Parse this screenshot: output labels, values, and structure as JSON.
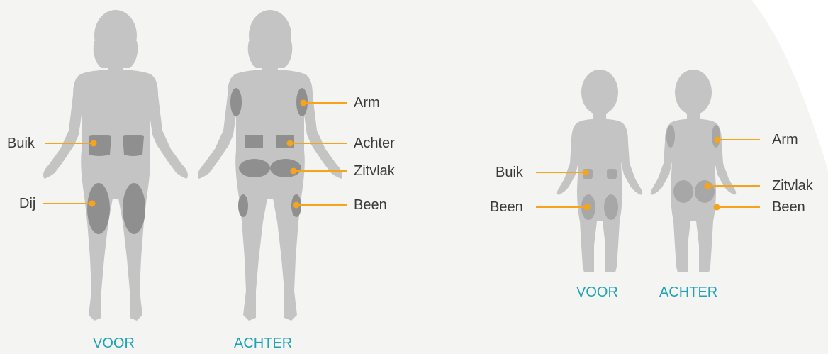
{
  "adult": {
    "front_caption": "VOOR",
    "back_caption": "ACHTER",
    "labels": {
      "buik": "Buik",
      "dij": "Dij",
      "arm": "Arm",
      "achter": "Achter",
      "zitvlak": "Zitvlak",
      "been": "Been"
    }
  },
  "child": {
    "front_caption": "VOOR",
    "back_caption": "ACHTER",
    "labels": {
      "buik": "Buik",
      "been_front": "Been",
      "arm": "Arm",
      "zitvlak": "Zitvlak",
      "been_back": "Been"
    }
  },
  "colors": {
    "panel": "#f4f4f3",
    "body": "#c4c4c4",
    "site": "#8f8f8f",
    "leader": "#f5a41c",
    "caption": "#1fa3b3",
    "text": "#3a3a3a"
  }
}
